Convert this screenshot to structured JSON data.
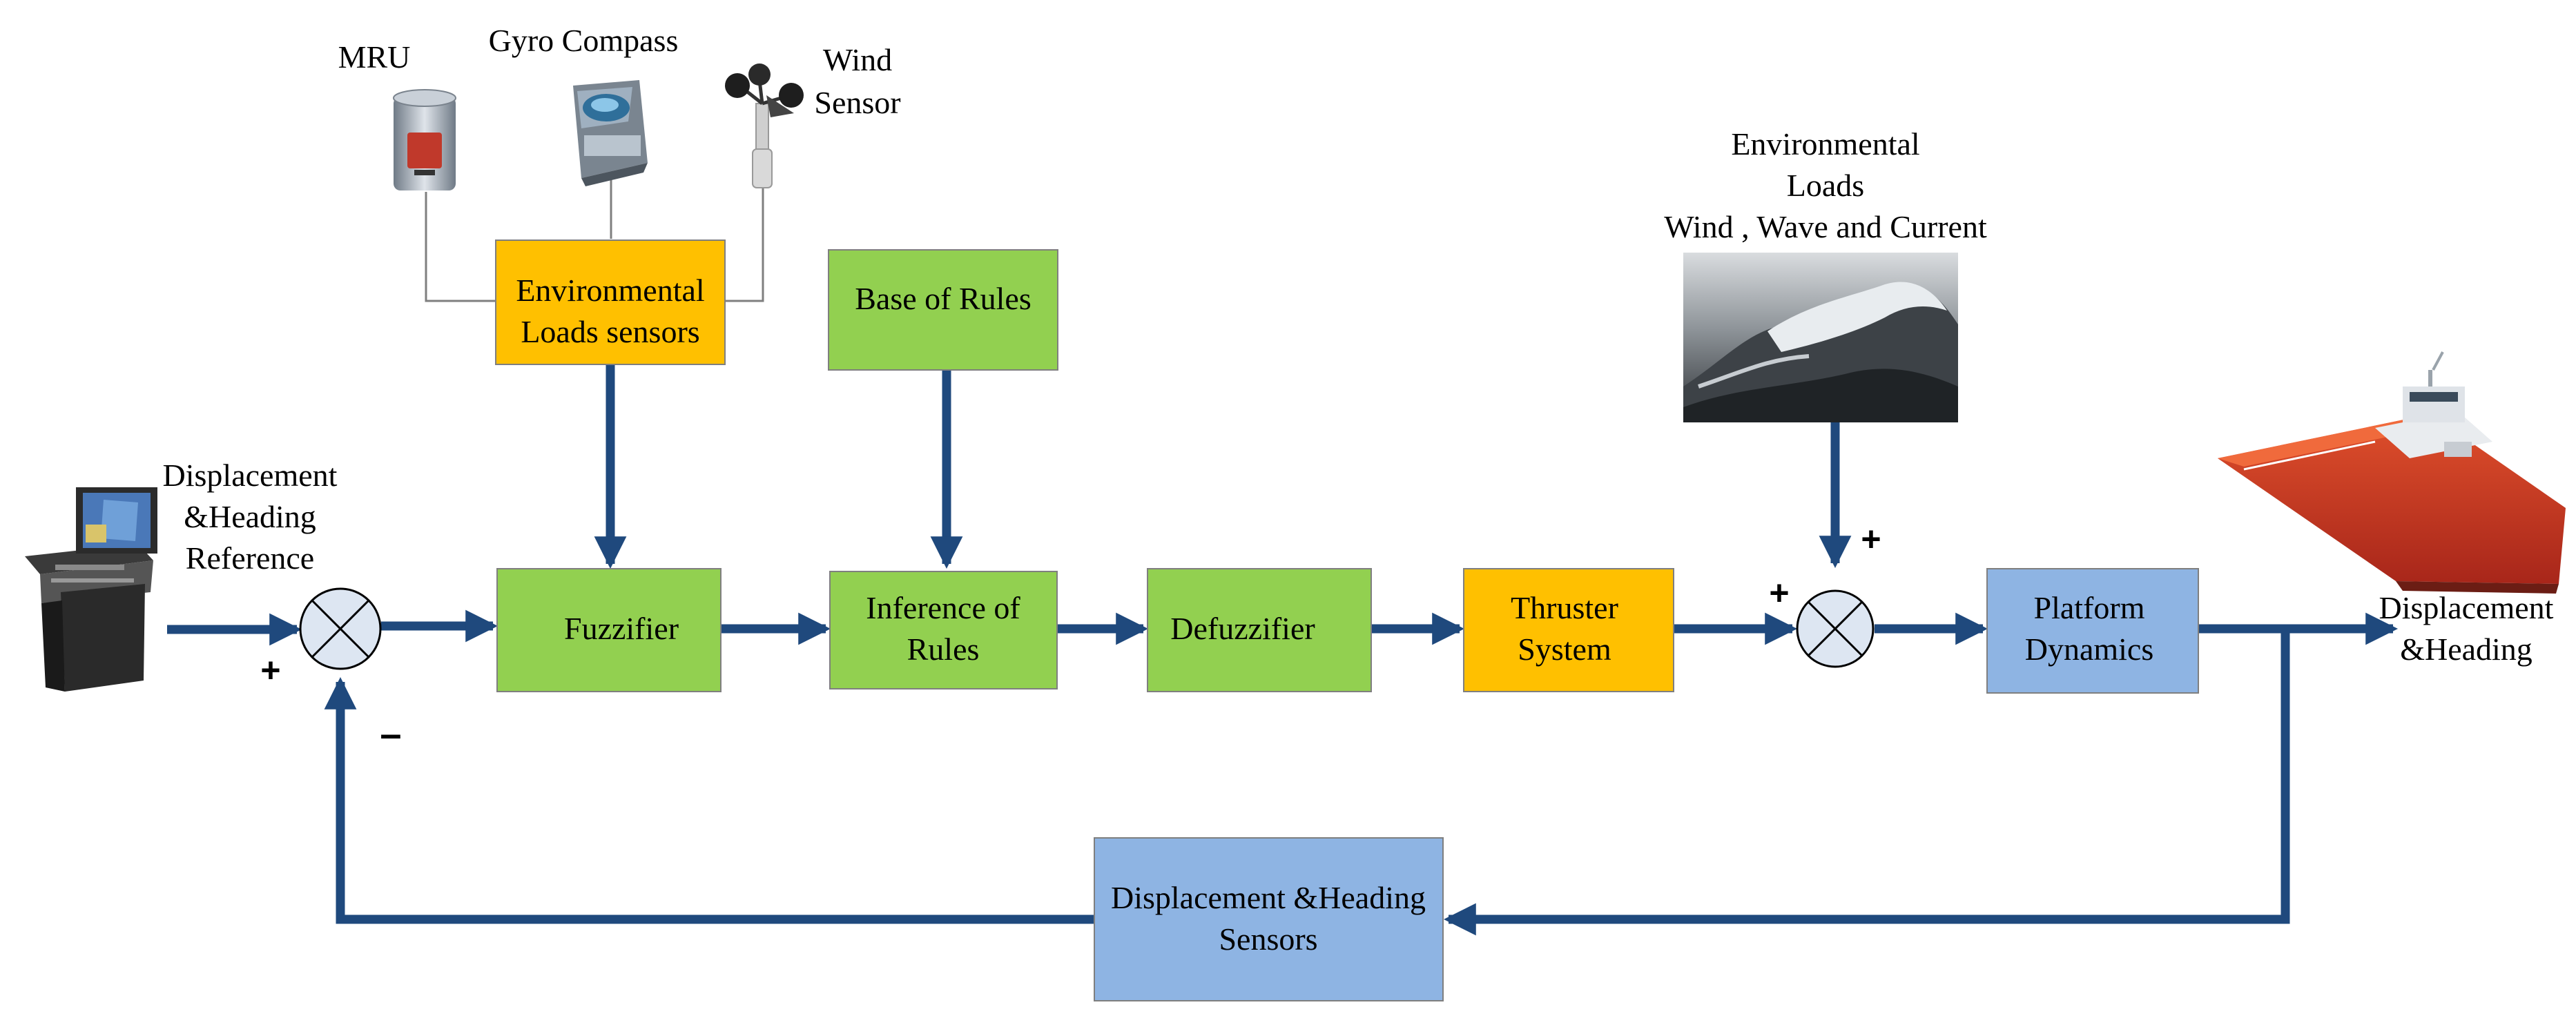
{
  "colors": {
    "green_block": "#92d050",
    "yellow_block": "#ffc000",
    "blue_block": "#8eb4e3",
    "arrow": "#1f497d",
    "sensor_wire": "#7f7f7f"
  },
  "labels": {
    "mru": "MRU",
    "gyro": "Gyro Compass",
    "wind_sensor": [
      "Wind",
      "Sensor"
    ],
    "reference": [
      "Displacement",
      "&Heading",
      "Reference"
    ],
    "env_loads": [
      "Environmental",
      "Loads",
      "Wind , Wave and Current"
    ],
    "output": [
      "Displacement",
      "&Heading"
    ]
  },
  "blocks": {
    "env_sensors": [
      "Environmental",
      "Loads sensors"
    ],
    "base_rules": [
      "Base of Rules"
    ],
    "fuzzifier": [
      "Fuzzifier"
    ],
    "inference": [
      "Inference of",
      "Rules"
    ],
    "defuzzifier": [
      "Defuzzifier"
    ],
    "thruster": [
      "Thruster",
      "System"
    ],
    "platform": [
      "Platform",
      "Dynamics"
    ],
    "feedback_sensors": [
      "Displacement &Heading",
      "Sensors"
    ]
  },
  "signs": {
    "sum1_plus": "+",
    "sum1_minus": "–",
    "sum2_plus_left": "+",
    "sum2_plus_top": "+"
  },
  "icons": [
    "console-icon",
    "mru-sensor-icon",
    "gyro-compass-icon",
    "anemometer-icon",
    "wave-photo",
    "ship-icon"
  ]
}
